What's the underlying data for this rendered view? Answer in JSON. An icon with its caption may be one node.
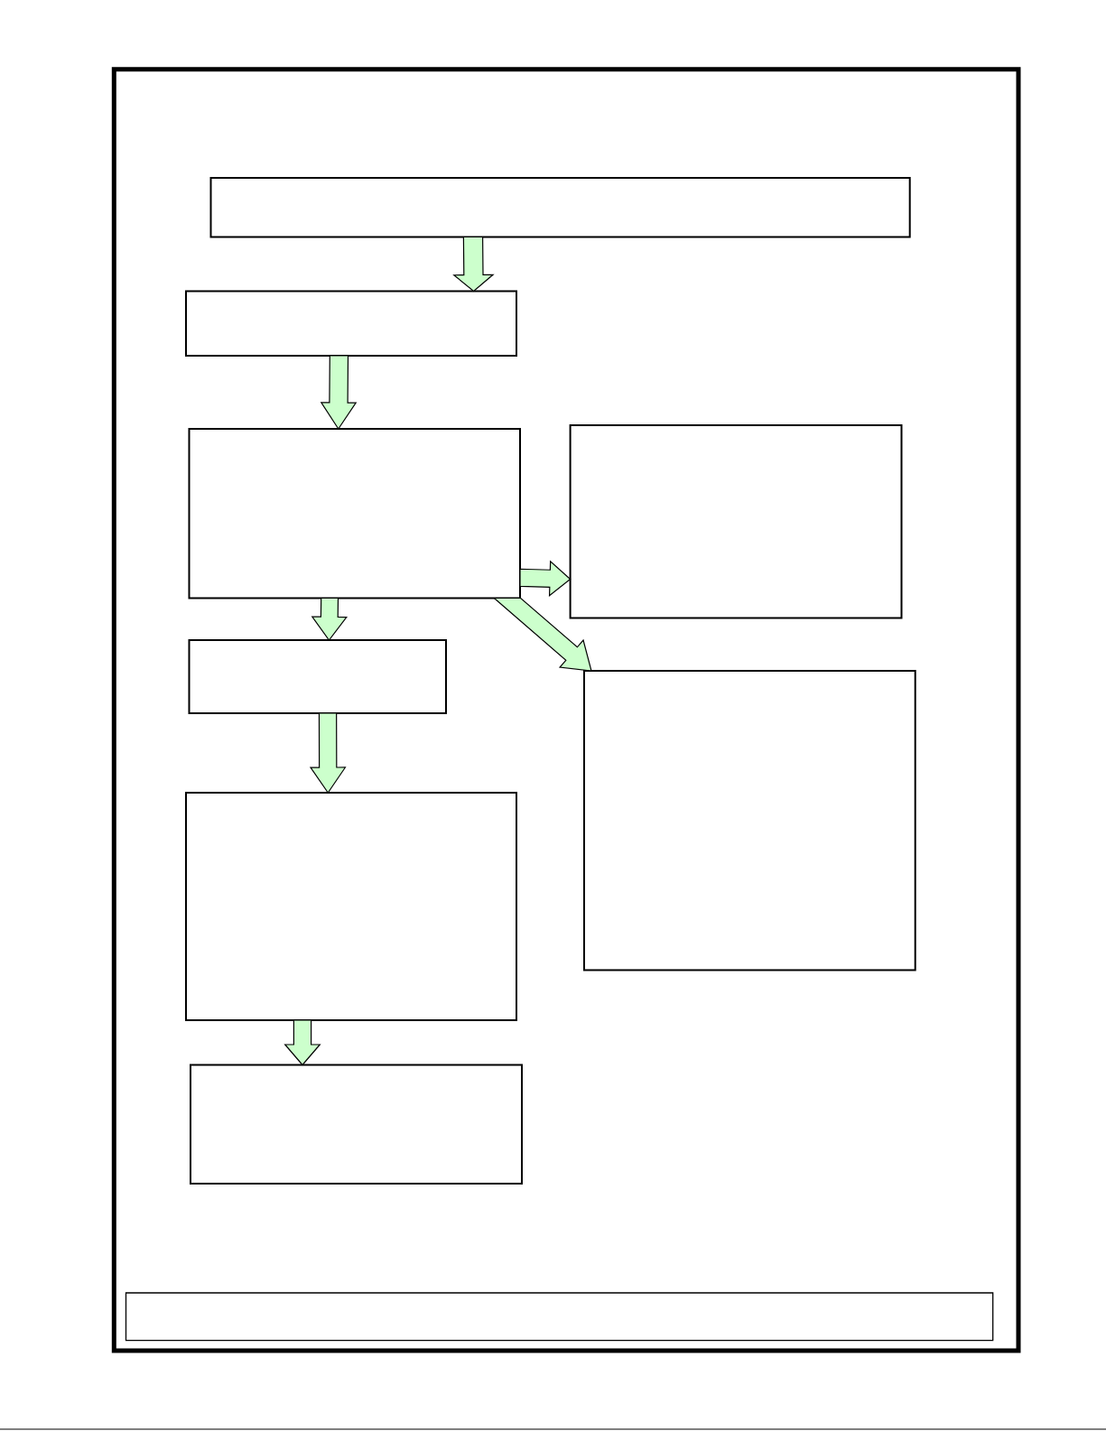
{
  "diagram": {
    "nodes": [
      {
        "text": [],
        "shape": "box"
      },
      {
        "text": [],
        "shape": "box"
      },
      {
        "text": [],
        "shape": "box"
      },
      {
        "text": [],
        "shape": "box"
      },
      {
        "text": [],
        "shape": "box"
      },
      {
        "text": [],
        "shape": "box"
      },
      {
        "text": [],
        "shape": "box"
      },
      {
        "text": [],
        "shape": "box"
      },
      {
        "text": [],
        "shape": "box"
      }
    ],
    "edges": [
      {
        "from": 0,
        "to": 1,
        "arrow": "to"
      },
      {
        "from": 1,
        "to": 2,
        "arrow": "to"
      },
      {
        "from": 2,
        "to": 3,
        "arrow": "to"
      },
      {
        "from": 2,
        "to": 4,
        "arrow": "to"
      },
      {
        "from": 2,
        "to": 5,
        "arrow": "to"
      },
      {
        "from": 4,
        "to": 6,
        "arrow": "to"
      },
      {
        "from": 6,
        "to": 7,
        "arrow": "to"
      }
    ]
  }
}
